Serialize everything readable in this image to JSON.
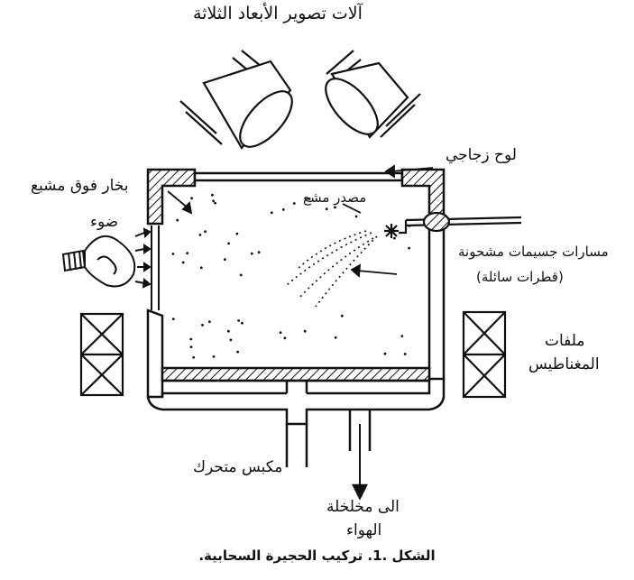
{
  "labels": {
    "cameras": "آلات تصوير الأبعاد الثلاثة",
    "glass_plate": "لوح زجاجي",
    "saturated_vapor": "بخار فوق مشبع",
    "light": "ضوء",
    "radioactive_source": "مصدر مشع",
    "particle_tracks_line1": "مسارات جسيمات مشحونة",
    "particle_tracks_line2": "(قطرات سائلة)",
    "magnet_coils_line1": "ملفات",
    "magnet_coils_line2": "المغناطيس",
    "moving_piston": "مكبس متحرك",
    "air_outlet_line1": "الى مخلخلة",
    "air_outlet_line2": "الهواء"
  },
  "caption": "الشكل .1. تركيب الحجيرة السحابية."
}
